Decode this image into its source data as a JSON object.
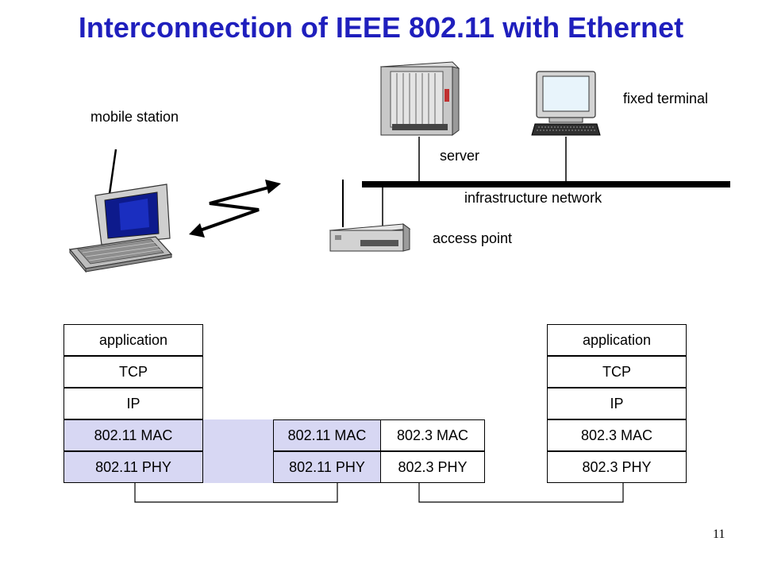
{
  "title": "Interconnection of IEEE 802.11 with Ethernet",
  "labels": {
    "mobile_station": "mobile station",
    "fixed_terminal": "fixed terminal",
    "server": "server",
    "infrastructure_network": "infrastructure network",
    "access_point": "access point"
  },
  "stacks": {
    "mobile_station": [
      "application",
      "TCP",
      "IP",
      "802.11 MAC",
      "802.11 PHY"
    ],
    "access_point_wlan": [
      "802.11 MAC",
      "802.11 PHY"
    ],
    "access_point_lan": [
      "802.3 MAC",
      "802.3 PHY"
    ],
    "fixed_terminal": [
      "application",
      "TCP",
      "IP",
      "802.3 MAC",
      "802.3 PHY"
    ]
  },
  "page_number": "11",
  "colors": {
    "title": "#1f1fbd",
    "wireless_layer": "#d7d7f3"
  }
}
